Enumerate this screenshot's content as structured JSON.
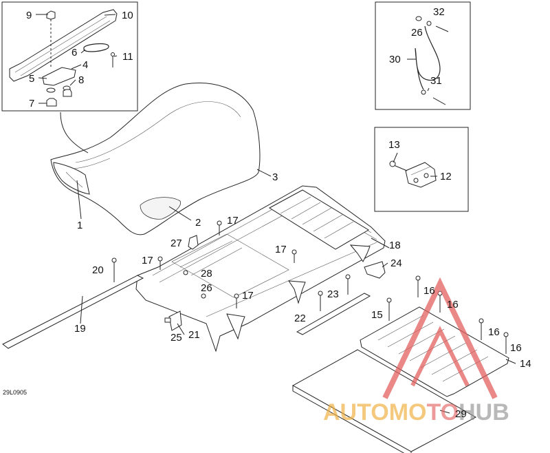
{
  "drawing_code": "29L0905",
  "watermark": {
    "part1": "AUTOMO",
    "part2": "TO",
    "part3": "HUB",
    "colors": {
      "orange": "#f0b040",
      "red": "#e36060",
      "gray": "#909090"
    }
  },
  "callouts": {
    "c1": "1",
    "c2": "2",
    "c3": "3",
    "c4": "4",
    "c5": "5",
    "c6": "6",
    "c7": "7",
    "c8": "8",
    "c9": "9",
    "c10": "10",
    "c11": "11",
    "c12": "12",
    "c13": "13",
    "c14": "14",
    "c15": "15",
    "c16a": "16",
    "c16b": "16",
    "c16c": "16",
    "c16d": "16",
    "c17a": "17",
    "c17b": "17",
    "c17c": "17",
    "c17d": "17",
    "c18": "18",
    "c19": "19",
    "c20": "20",
    "c21": "21",
    "c22": "22",
    "c23": "23",
    "c24": "24",
    "c25": "25",
    "c26a": "26",
    "c26b": "26",
    "c27": "27",
    "c28": "28",
    "c29": "29",
    "c30": "30",
    "c31": "31",
    "c32": "32"
  }
}
